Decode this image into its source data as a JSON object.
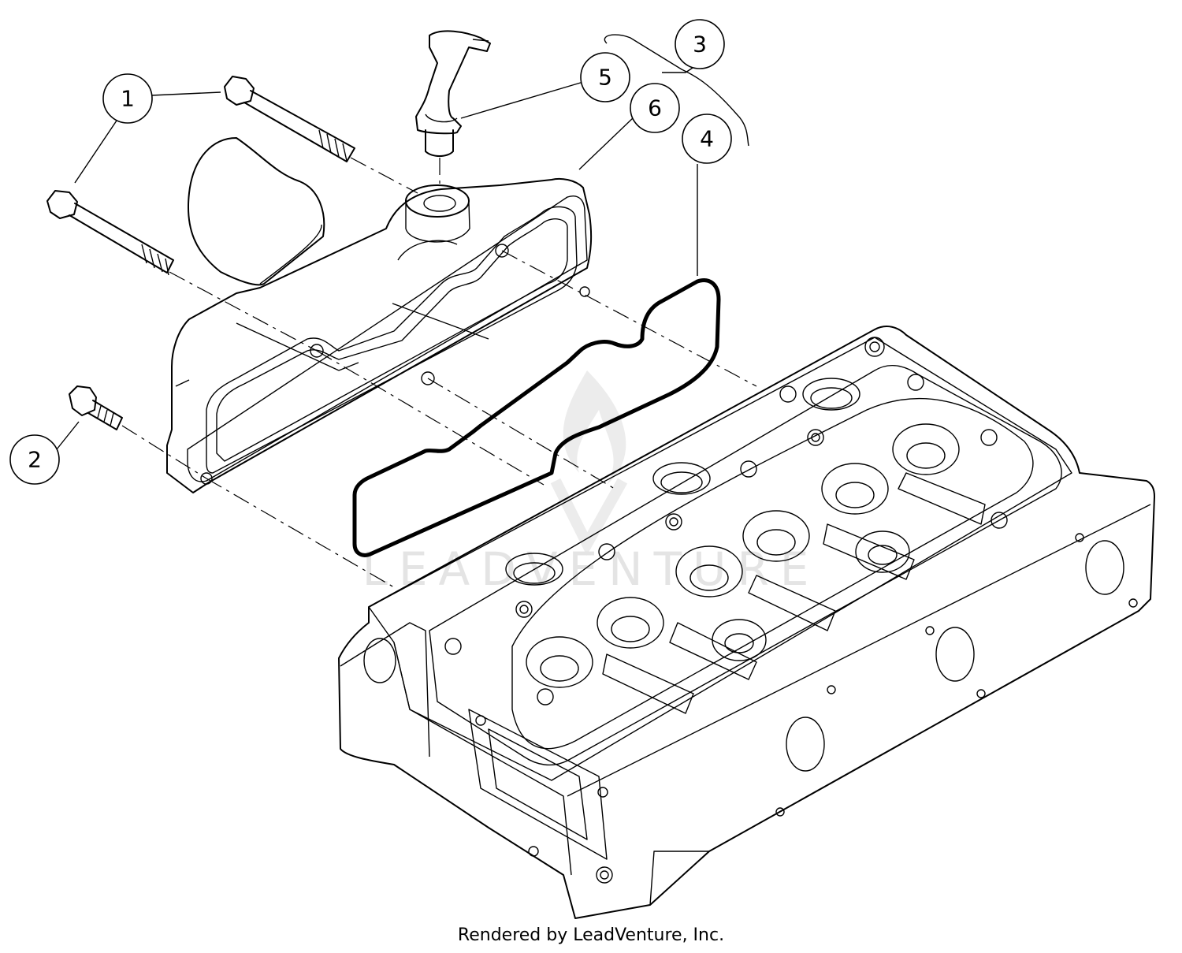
{
  "diagram": {
    "callouts": [
      "1",
      "2",
      "3",
      "4",
      "5",
      "6"
    ],
    "watermark": "LEADVENTURE",
    "footer": "Rendered by LeadVenture, Inc."
  }
}
